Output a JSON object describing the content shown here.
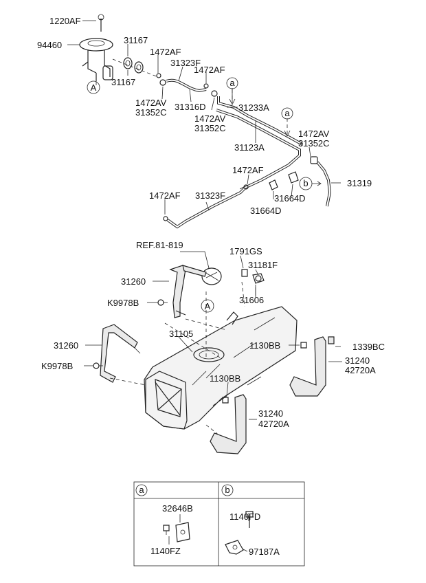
{
  "labels": {
    "l1220af": "1220AF",
    "l94460": "94460",
    "l31167a": "31167",
    "l31167b": "31167",
    "l1472af_1": "1472AF",
    "l31323f_1": "31323F",
    "l1472af_2": "1472AF",
    "l1472av_1": "1472AV",
    "l31352c_1": "31352C",
    "l31316d": "31316D",
    "l1472av_2": "1472AV",
    "l31352c_2": "31352C",
    "l31233a": "31233A",
    "l31123a": "31123A",
    "l1472av_3": "1472AV",
    "l31352c_3": "31352C",
    "l1472af_3": "1472AF",
    "l31319": "31319",
    "l31664d_1": "31664D",
    "l31664d_2": "31664D",
    "l1472af_4": "1472AF",
    "l31323f_2": "31323F",
    "lref": "REF.81-819",
    "l1791gs": "1791GS",
    "l31181f": "31181F",
    "l31606": "31606",
    "l31260_1": "31260",
    "lk9978b_1": "K9978B",
    "l31105": "31105",
    "l1130bb_1": "1130BB",
    "l1339bc": "1339BC",
    "l31240_1": "31240",
    "l42720a_1": "42720A",
    "l31260_2": "31260",
    "lk9978b_2": "K9978B",
    "l1130bb_2": "1130BB",
    "l31240_2": "31240",
    "l42720a_2": "42720A"
  },
  "callouts": {
    "A": "A",
    "a": "a",
    "b": "b"
  },
  "legend": {
    "col_a": "a",
    "col_b": "b",
    "a_part1": "32646B",
    "a_part2": "1140FZ",
    "b_part1": "1140FD",
    "b_part2": "97187A"
  }
}
